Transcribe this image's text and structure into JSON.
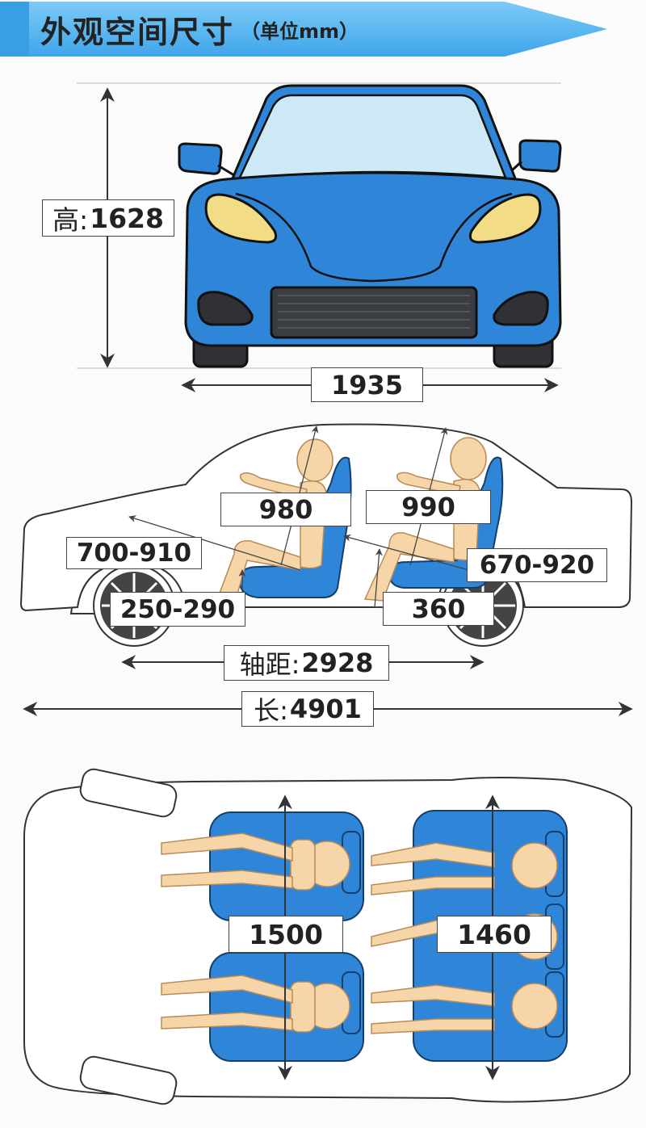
{
  "title": {
    "main": "外观空间尺寸",
    "unit": "（单位mm）"
  },
  "colors": {
    "banner": "#4fb4f0",
    "car_body": "#2f86d8",
    "seat": "#2f86d8",
    "windshield": "#cde9f5",
    "headlight": "#f3dc86",
    "mannequin": "#f6d6a8"
  },
  "front_view": {
    "height_prefix": "高:",
    "height_value": "1628",
    "width_value": "1935"
  },
  "side_view": {
    "front_headroom": "980",
    "rear_headroom": "990",
    "front_legroom": "700-910",
    "rear_legroom": "670-920",
    "front_seat_height": "250-290",
    "rear_knee_space": "360",
    "wheelbase_prefix": "轴距:",
    "wheelbase_value": "2928",
    "length_prefix": "长:",
    "length_value": "4901"
  },
  "top_view": {
    "front_shoulder": "1500",
    "rear_shoulder": "1460"
  }
}
